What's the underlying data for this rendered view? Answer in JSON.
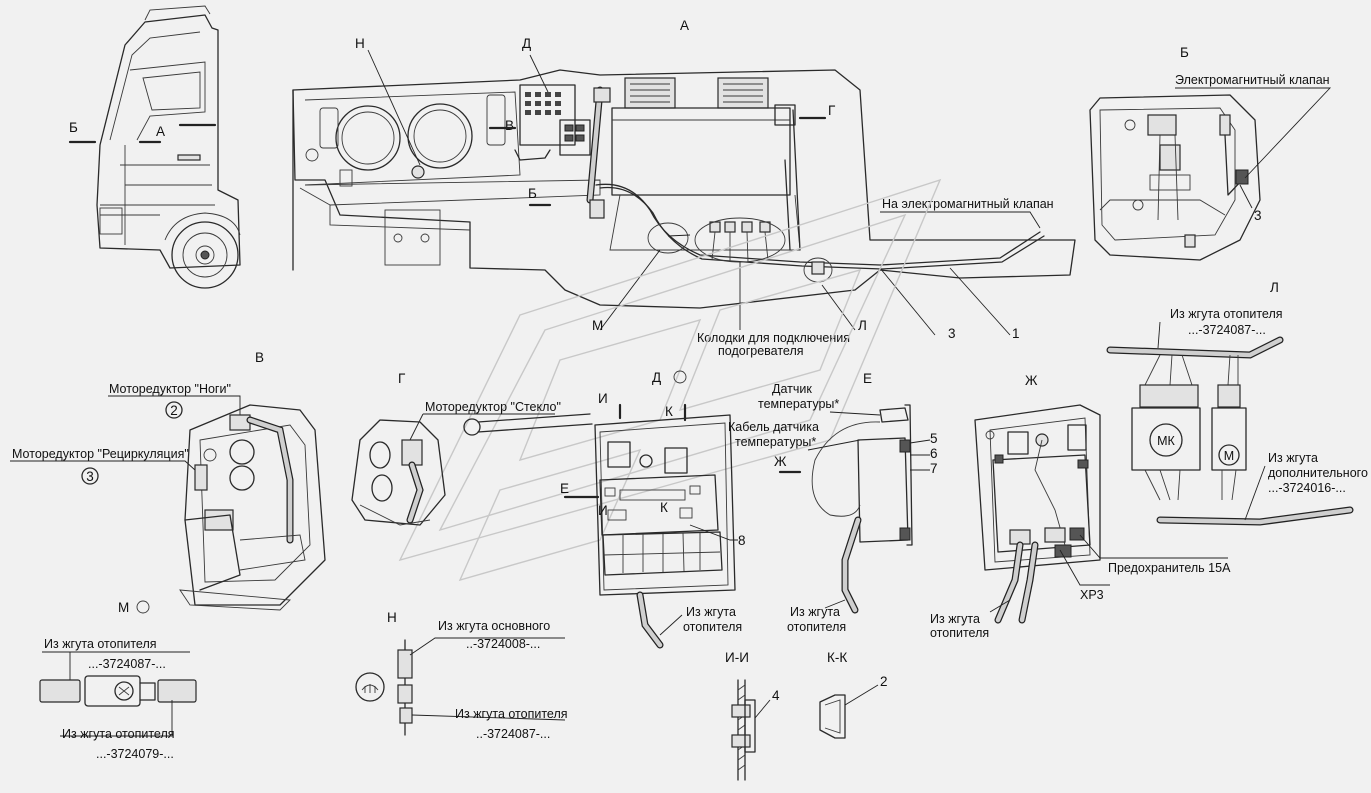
{
  "views": {
    "a": "А",
    "b": "Б",
    "v": "В",
    "g": "Г",
    "d": "Д",
    "e": "Е",
    "zh": "Ж",
    "l": "Л",
    "m": "М",
    "n": "Н",
    "i": "И",
    "k": "К",
    "ii": "И-И",
    "kk": "К-К"
  },
  "labels": {
    "solenoid_valve": "Электромагнитный клапан",
    "to_solenoid_valve": "На электромагнитный клапан",
    "heater_blocks_1": "Колодки для подключения",
    "heater_blocks_2": "подогревателя",
    "motor_legs": "Моторедуктор \"Ноги\"",
    "motor_recirc": "Моторедуктор \"Рециркуляция\"",
    "motor_glass": "Моторедуктор \"Стекло\"",
    "temp_sensor_1": "Датчик",
    "temp_sensor_2": "температуры*",
    "temp_cable_1": "Кабель датчика",
    "temp_cable_2": "температуры*",
    "from_heater_harness": "Из жгута отопителя",
    "from_heater_1": "Из жгута",
    "from_heater_2": "отопителя",
    "from_additional_1": "Из жгута",
    "from_additional_2": "дополнительного",
    "from_main": "Из жгута основного",
    "fuse": "Предохранитель 15А",
    "xp3": "ХР3",
    "mk": "МК",
    "m_circle": "М"
  },
  "part_numbers": {
    "h3724087": "...-3724087-...",
    "h3724087_n": "..-3724087-...",
    "h3724008": "..-3724008-...",
    "h3724079": "...-3724079-...",
    "h3724016": "...-3724016-..."
  },
  "callouts": {
    "c1": "1",
    "c2": "2",
    "c3": "3",
    "c4": "4",
    "c5": "5",
    "c6": "6",
    "c7": "7",
    "c8": "8"
  }
}
